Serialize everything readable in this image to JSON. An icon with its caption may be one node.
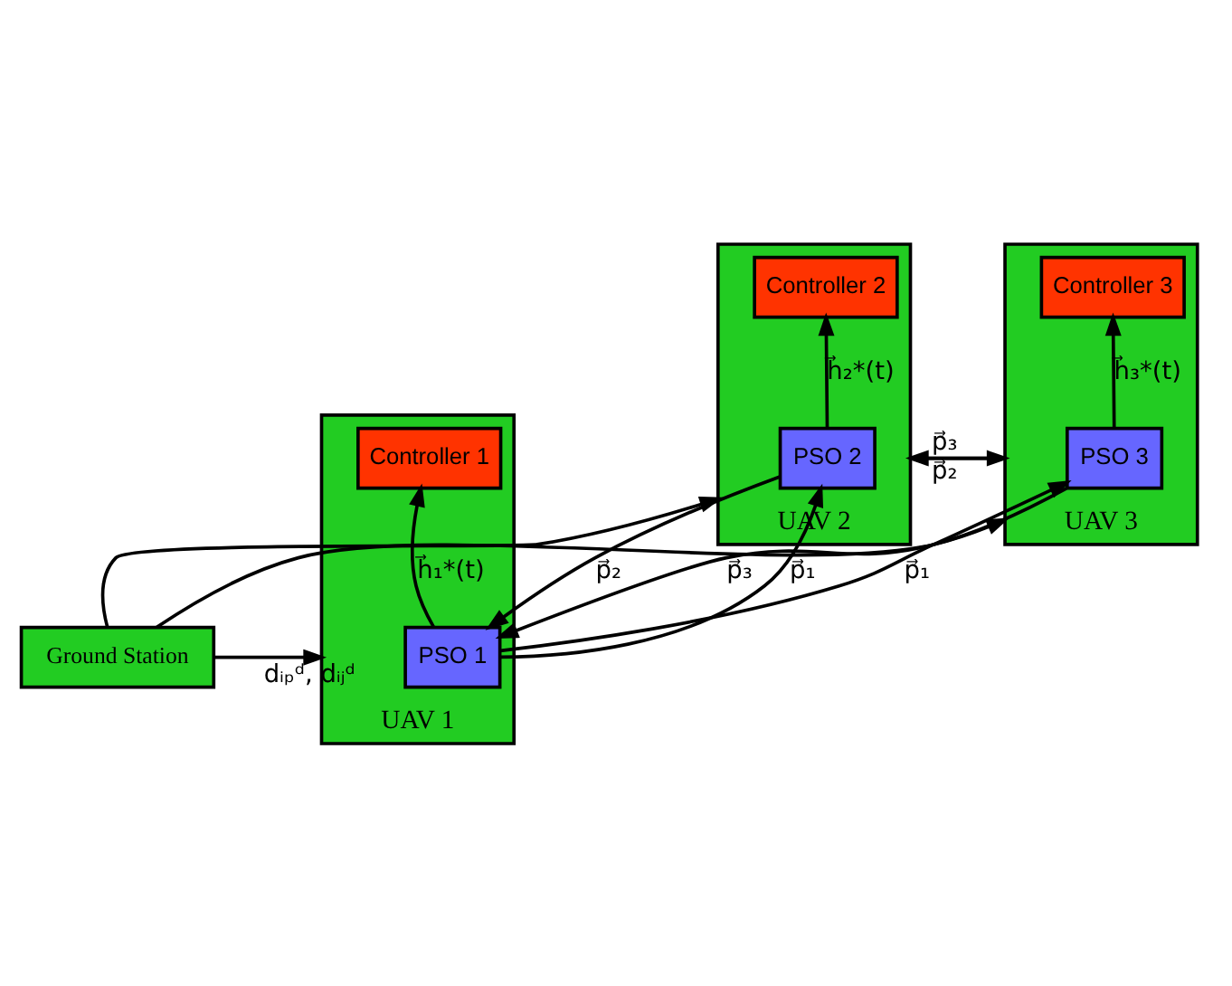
{
  "diagram": {
    "nodes": [
      {
        "text": [
          "UAV 2"
        ]
      },
      {
        "text": [
          "Controller 2"
        ],
        "in": 0
      },
      {
        "text": [
          "PSO 2"
        ],
        "in": 0
      },
      {
        "text": [
          "UAV 3"
        ]
      },
      {
        "text": [
          "Controller 3"
        ],
        "in": 3
      },
      {
        "text": [
          "PSO 3"
        ],
        "in": 3
      },
      {
        "text": [
          "UAV 1"
        ]
      },
      {
        "text": [
          "Controller 1"
        ],
        "in": 6
      },
      {
        "text": [
          "PSO 1"
        ],
        "in": 6
      },
      {
        "text": [
          "Ground Station"
        ]
      }
    ],
    "edges": [
      {
        "from": 2,
        "to": 1,
        "arrow": "to",
        "label": "h⃗₂*(t)"
      },
      {
        "from": 5,
        "to": 4,
        "arrow": "to",
        "label": "h⃗₃*(t)"
      },
      {
        "from": 8,
        "to": 7,
        "arrow": "to",
        "label": "h⃗₁*(t)"
      },
      {
        "from": 0,
        "to": 3,
        "arrow": "to",
        "label": "p⃗₂"
      },
      {
        "from": 3,
        "to": 0,
        "arrow": "to",
        "label": "p⃗₃"
      },
      {
        "from": 8,
        "to": 2,
        "arrow": "to",
        "label": "p⃗₁"
      },
      {
        "from": 8,
        "to": 5,
        "arrow": "to",
        "label": "p⃗₁"
      },
      {
        "from": 2,
        "to": 8,
        "arrow": "to",
        "label": "p⃗₂"
      },
      {
        "from": 5,
        "to": 8,
        "arrow": "to",
        "label": "p⃗₃"
      },
      {
        "from": 9,
        "to": 6,
        "arrow": "to",
        "label": "dᵢₚᵈ, dᵢⱼᵈ"
      },
      {
        "from": 9,
        "to": 0,
        "arrow": "to"
      },
      {
        "from": 9,
        "to": 3,
        "arrow": "to"
      }
    ]
  }
}
